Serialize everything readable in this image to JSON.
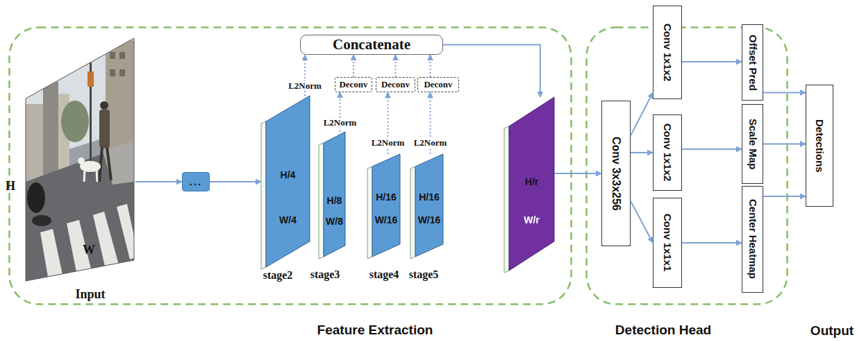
{
  "diagram": {
    "nodes": [
      {
        "text": [
          "Feature Extraction"
        ]
      },
      {
        "text": [
          "H",
          "W",
          "Input"
        ],
        "in": 0
      },
      {
        "text": [
          "..."
        ],
        "in": 0
      },
      {
        "text": [
          "Concatenate"
        ],
        "in": 0
      },
      {
        "text": [
          "Deconv"
        ],
        "in": 0
      },
      {
        "text": [
          "Deconv"
        ],
        "in": 0
      },
      {
        "text": [
          "Deconv"
        ],
        "in": 0
      },
      {
        "text": [
          "H/4",
          "W/4",
          "stage2"
        ],
        "in": 0
      },
      {
        "text": [
          "H/8",
          "W/8",
          "stage3"
        ],
        "in": 0
      },
      {
        "text": [
          "H/16",
          "W/16",
          "stage4"
        ],
        "in": 0
      },
      {
        "text": [
          "H/16",
          "W/16",
          "stage5"
        ],
        "in": 0
      },
      {
        "text": [
          "H/r",
          "W/r"
        ],
        "in": 0
      },
      {
        "text": [
          "Detection Head"
        ]
      },
      {
        "text": [
          "Conv 3x3x256"
        ],
        "in": 12
      },
      {
        "text": [
          "Conv 1x1x2"
        ],
        "in": 12
      },
      {
        "text": [
          "Conv 1x1x2"
        ],
        "in": 12
      },
      {
        "text": [
          "Conv 1x1x1"
        ],
        "in": 12
      },
      {
        "text": [
          "Offset Pred"
        ],
        "in": 12
      },
      {
        "text": [
          "Scale Map"
        ],
        "in": 12
      },
      {
        "text": [
          "Center Heatmap"
        ],
        "in": 12
      },
      {
        "text": [
          "Detections"
        ]
      }
    ],
    "edges": [
      {
        "from": 1,
        "to": 2,
        "arrow": "to"
      },
      {
        "from": 2,
        "to": 7,
        "arrow": "to"
      },
      {
        "from": 7,
        "to": 3,
        "label": "L2Norm",
        "arrow": "to"
      },
      {
        "from": 8,
        "to": 4,
        "label": "L2Norm",
        "arrow": "to"
      },
      {
        "from": 4,
        "to": 3,
        "arrow": "to"
      },
      {
        "from": 9,
        "to": 5,
        "label": "L2Norm",
        "arrow": "to"
      },
      {
        "from": 5,
        "to": 3,
        "arrow": "to"
      },
      {
        "from": 10,
        "to": 6,
        "label": "L2Norm",
        "arrow": "to"
      },
      {
        "from": 6,
        "to": 3,
        "arrow": "to"
      },
      {
        "from": 3,
        "to": 11,
        "arrow": "to"
      },
      {
        "from": 11,
        "to": 13,
        "arrow": "to"
      },
      {
        "from": 13,
        "to": 14,
        "arrow": "to"
      },
      {
        "from": 13,
        "to": 15,
        "arrow": "to"
      },
      {
        "from": 13,
        "to": 16,
        "arrow": "to"
      },
      {
        "from": 14,
        "to": 17,
        "arrow": "to"
      },
      {
        "from": 15,
        "to": 18,
        "arrow": "to"
      },
      {
        "from": 16,
        "to": 19,
        "arrow": "to"
      },
      {
        "from": 17,
        "to": 20,
        "arrow": "to"
      },
      {
        "from": 18,
        "to": 20,
        "arrow": "to"
      },
      {
        "from": 19,
        "to": 20,
        "arrow": "to"
      }
    ],
    "labels": [
      "Output"
    ]
  }
}
